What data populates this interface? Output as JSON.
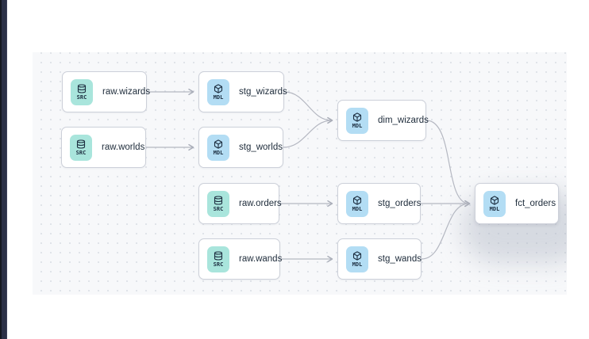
{
  "view": {
    "name": "model-lineage-canvas",
    "node_types": {
      "source_badge": "SRC",
      "model_badge": "MDL"
    },
    "colors": {
      "source_badge_bg": "#a9e5dc",
      "model_badge_bg": "#b3ddf4",
      "badge_text": "#1d2e40",
      "node_label_text": "#1d2b3a",
      "node_border": "#ccd0d9",
      "edge": "#b4b7c1",
      "canvas_bg": "#f7f8fa",
      "canvas_dot": "#dfe2e8",
      "window_edge": "#2b3046"
    }
  },
  "nodes": [
    {
      "id": "raw.wizards",
      "label": "raw.wizards",
      "type": "source",
      "badge": "SRC",
      "icon": "database-icon"
    },
    {
      "id": "stg_wizards",
      "label": "stg_wizards",
      "type": "model",
      "badge": "MDL",
      "icon": "cube-icon"
    },
    {
      "id": "raw.worlds",
      "label": "raw.worlds",
      "type": "source",
      "badge": "SRC",
      "icon": "database-icon"
    },
    {
      "id": "stg_worlds",
      "label": "stg_worlds",
      "type": "model",
      "badge": "MDL",
      "icon": "cube-icon"
    },
    {
      "id": "dim_wizards",
      "label": "dim_wizards",
      "type": "model",
      "badge": "MDL",
      "icon": "cube-icon"
    },
    {
      "id": "raw.orders",
      "label": "raw.orders",
      "type": "source",
      "badge": "SRC",
      "icon": "database-icon"
    },
    {
      "id": "stg_orders",
      "label": "stg_orders",
      "type": "model",
      "badge": "MDL",
      "icon": "cube-icon"
    },
    {
      "id": "raw.wands",
      "label": "raw.wands",
      "type": "source",
      "badge": "SRC",
      "icon": "database-icon"
    },
    {
      "id": "stg_wands",
      "label": "stg_wands",
      "type": "model",
      "badge": "MDL",
      "icon": "cube-icon"
    },
    {
      "id": "fct_orders",
      "label": "fct_orders",
      "type": "model",
      "badge": "MDL",
      "icon": "cube-icon"
    }
  ],
  "edges": [
    {
      "from": "raw.wizards",
      "to": "stg_wizards"
    },
    {
      "from": "raw.worlds",
      "to": "stg_worlds"
    },
    {
      "from": "stg_wizards",
      "to": "dim_wizards"
    },
    {
      "from": "stg_worlds",
      "to": "dim_wizards"
    },
    {
      "from": "raw.orders",
      "to": "stg_orders"
    },
    {
      "from": "raw.wands",
      "to": "stg_wands"
    },
    {
      "from": "dim_wizards",
      "to": "fct_orders"
    },
    {
      "from": "stg_orders",
      "to": "fct_orders"
    },
    {
      "from": "stg_wands",
      "to": "fct_orders"
    }
  ]
}
